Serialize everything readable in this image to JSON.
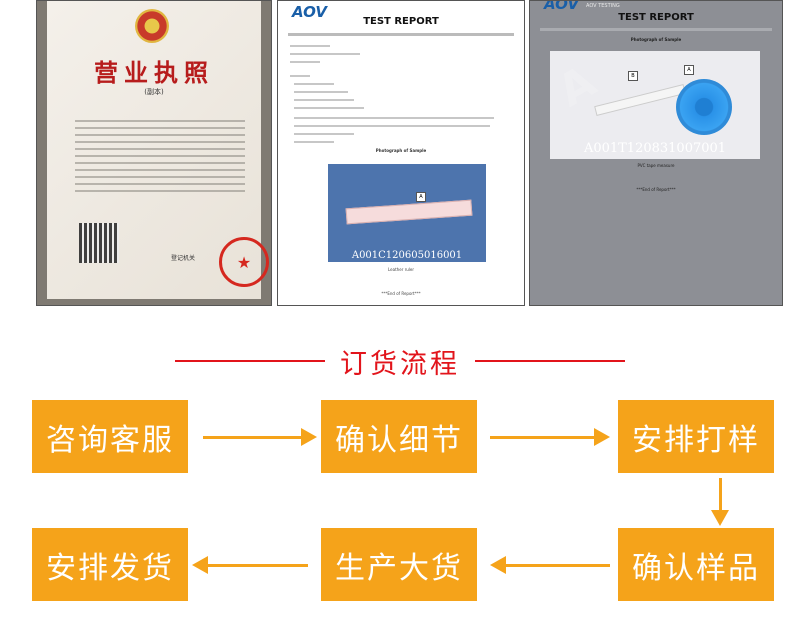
{
  "license": {
    "title": "营业执照",
    "subtitle": "(副本)",
    "registration_label": "登记机关"
  },
  "report1": {
    "logo": "AOV",
    "title": "TEST REPORT",
    "photo_caption": "Photograph of Sample",
    "sample_id": "A001C120605016001",
    "sample_name": "Leather ruler",
    "end_mark": "***End of Report***"
  },
  "report2": {
    "logo": "AOV",
    "logo_sub": "AOV TESTING",
    "title": "TEST REPORT",
    "photo_caption": "Photograph of Sample",
    "sample_id": "A001T120831007001",
    "sample_name": "PVC tape measure",
    "end_mark": "***End of Report***"
  },
  "process": {
    "title": "订货流程",
    "steps": [
      "咨询客服",
      "确认细节",
      "安排打样",
      "确认样品",
      "生产大货",
      "安排发货"
    ]
  },
  "colors": {
    "accent_red": "#e2141b",
    "step_orange": "#f5a31a"
  }
}
